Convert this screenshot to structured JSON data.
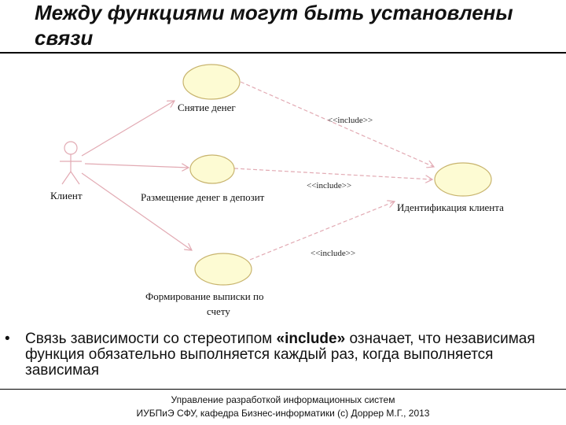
{
  "slide": {
    "title_line1": "Между функциями могут быть установлены",
    "title_line2": "связи"
  },
  "diagram": {
    "actor": {
      "label": "Клиент"
    },
    "use_cases": [
      {
        "label": "Снятие денег"
      },
      {
        "label": "Размещение денег в депозит"
      },
      {
        "label_line1": "Формирование выписки по",
        "label_line2": "счету"
      },
      {
        "label": "Идентификация клиента"
      }
    ],
    "stereotypes": [
      "<<include>>",
      "<<include>>",
      "<<include>>"
    ],
    "colors": {
      "ellipse_fill": "#fdfbd3",
      "ellipse_stroke": "#c8b46e",
      "association": "#e2aab3",
      "include": "#e2aab3"
    }
  },
  "bullet": {
    "before": "Связь зависимости со стереотипом ",
    "bold": "«include»",
    "after": " означает, что независимая функция обязательно выполняется каждый раз, когда выполняется зависимая"
  },
  "footer": {
    "line1": "Управление разработкой информационных систем",
    "line2": "ИУБПиЭ СФУ, кафедра Бизнес-информатики (c) Доррер М.Г., 2013"
  }
}
